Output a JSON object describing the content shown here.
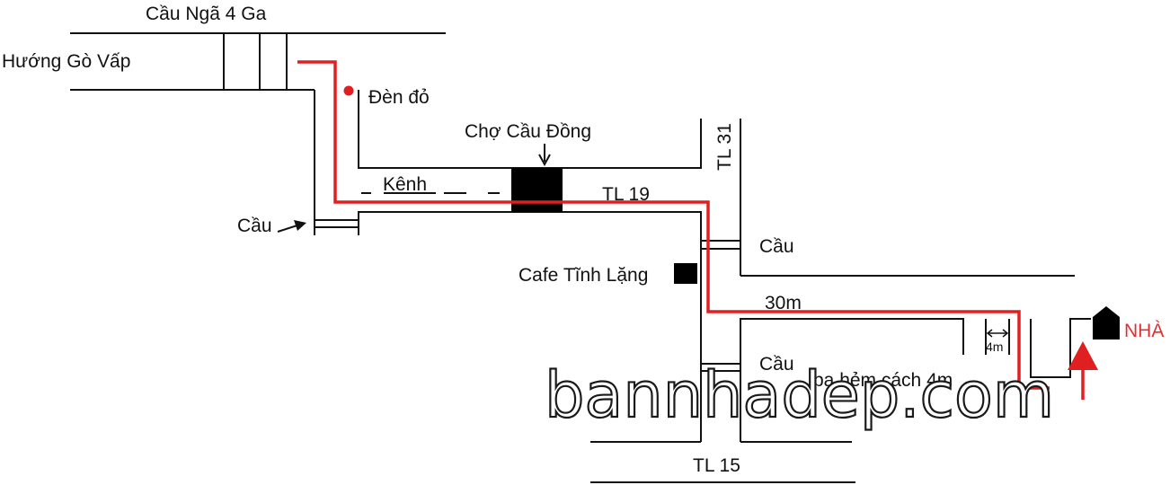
{
  "map": {
    "labels": {
      "bridge_nga4ga": "Cầu Ngã 4 Ga",
      "direction_govap": "Hướng Gò Vấp",
      "red_light": "Đèn đỏ",
      "market": "Chợ  Cầu Đồng",
      "canal": "Kênh",
      "tl31": "TL 31",
      "tl19": "TL  19",
      "bridge_left": "Cầu",
      "bridge_right_top": "Cầu",
      "cafe": "Cafe Tĩnh Lặng",
      "distance_30m": "30m",
      "distance_4m": "4m",
      "bridge_right_bottom": "Cầu",
      "alley_note": "ba hẻm cách 4m",
      "home": "NHÀ",
      "tl15": "TL 15"
    },
    "watermark": "bannhadep.com",
    "colors": {
      "route": "#e02020",
      "home_label": "#e03030",
      "roads": "#111111"
    }
  }
}
